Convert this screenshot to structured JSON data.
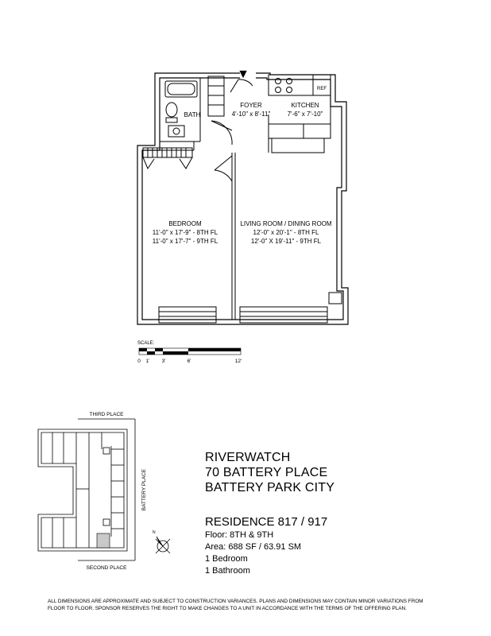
{
  "entrance_marker": "▼",
  "rooms": {
    "bath": "BATH",
    "foyer": {
      "name": "FOYER",
      "dims": "4'-10\" x 8'-11\""
    },
    "kitchen": {
      "name": "KITCHEN",
      "dims": "7'-6\" x 7'-10\""
    },
    "ref": "REF",
    "bedroom": {
      "name": "BEDROOM",
      "dims_8th": "11'-0\" x 17'-9\" - 8TH FL",
      "dims_9th": "11'-0\" x 17'-7\" - 9TH FL"
    },
    "living": {
      "name": "LIVING ROOM / DINING ROOM",
      "dims_8th": "12'-0\" x 20'-1\" - 8TH FL",
      "dims_9th": "12'-0\" X 19'-11\" - 9TH FL"
    }
  },
  "scale": {
    "title": "SCALE:",
    "ticks": [
      "0",
      "1'",
      "3'",
      "6'",
      "12'"
    ]
  },
  "keyplan": {
    "third_place": "THIRD PLACE",
    "second_place": "SECOND PLACE",
    "battery_place": "BATTERY PLACE",
    "compass_label": "N"
  },
  "building": {
    "name": "RIVERWATCH",
    "address": "70 BATTERY PLACE",
    "area": "BATTERY PARK CITY"
  },
  "residence": {
    "title": "RESIDENCE  817 / 917",
    "floor": "Floor: 8TH & 9TH",
    "size": "Area: 688 SF / 63.91 SM",
    "bedrooms": "1 Bedroom",
    "bathrooms": "1 Bathroom"
  },
  "disclaimer": {
    "line1": "ALL DIMENSIONS ARE APPROXIMATE AND SUBJECT TO CONSTRUCTION VARIANCES.  PLANS AND DIMENSIONS MAY CONTAIN MINOR VARIATIONS FROM",
    "line2": "FLOOR TO FLOOR.  SPONSOR RESERVES THE RIGHT TO MAKE CHANGES TO A UNIT IN ACCORDANCE  WITH THE TERMS OF THE OFFERING PLAN."
  }
}
